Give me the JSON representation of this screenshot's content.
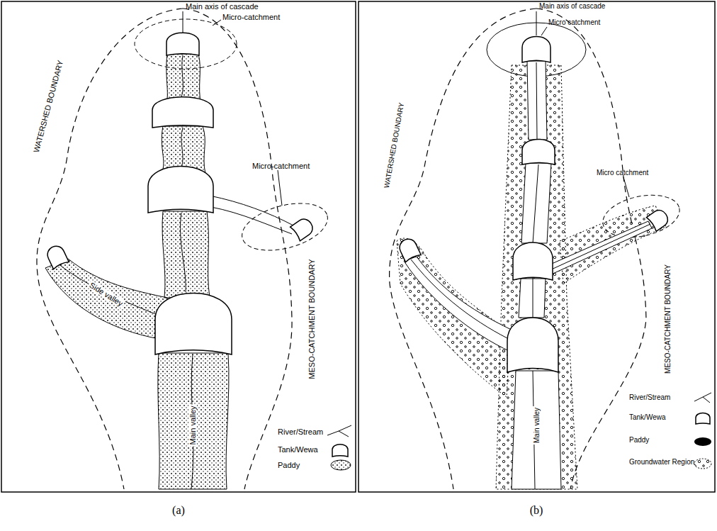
{
  "diagram": {
    "labels": [
      "Main axis of cascade",
      "Micro-catchment",
      "WATERSHED BOUNDARY",
      "Micro-catchment",
      "MESO-CATCHMENT BOUNDARY",
      "Side valley",
      "Main valley",
      "(a)",
      "Main axis of cascade",
      "Micro catchment",
      "WATERSHED BOUNDARY",
      "Micro catchment",
      "MESO-CATCHMENT BOUNDARY",
      "Main valley",
      "(b)"
    ],
    "legend": [
      {
        "text": "River/Stream"
      },
      {
        "text": "Tank/Wewa"
      },
      {
        "text": "Paddy"
      },
      {
        "text": "River/Stream"
      },
      {
        "text": "Tank/Wewa"
      },
      {
        "text": "Paddy"
      },
      {
        "text": "Groundwater Region"
      }
    ]
  }
}
